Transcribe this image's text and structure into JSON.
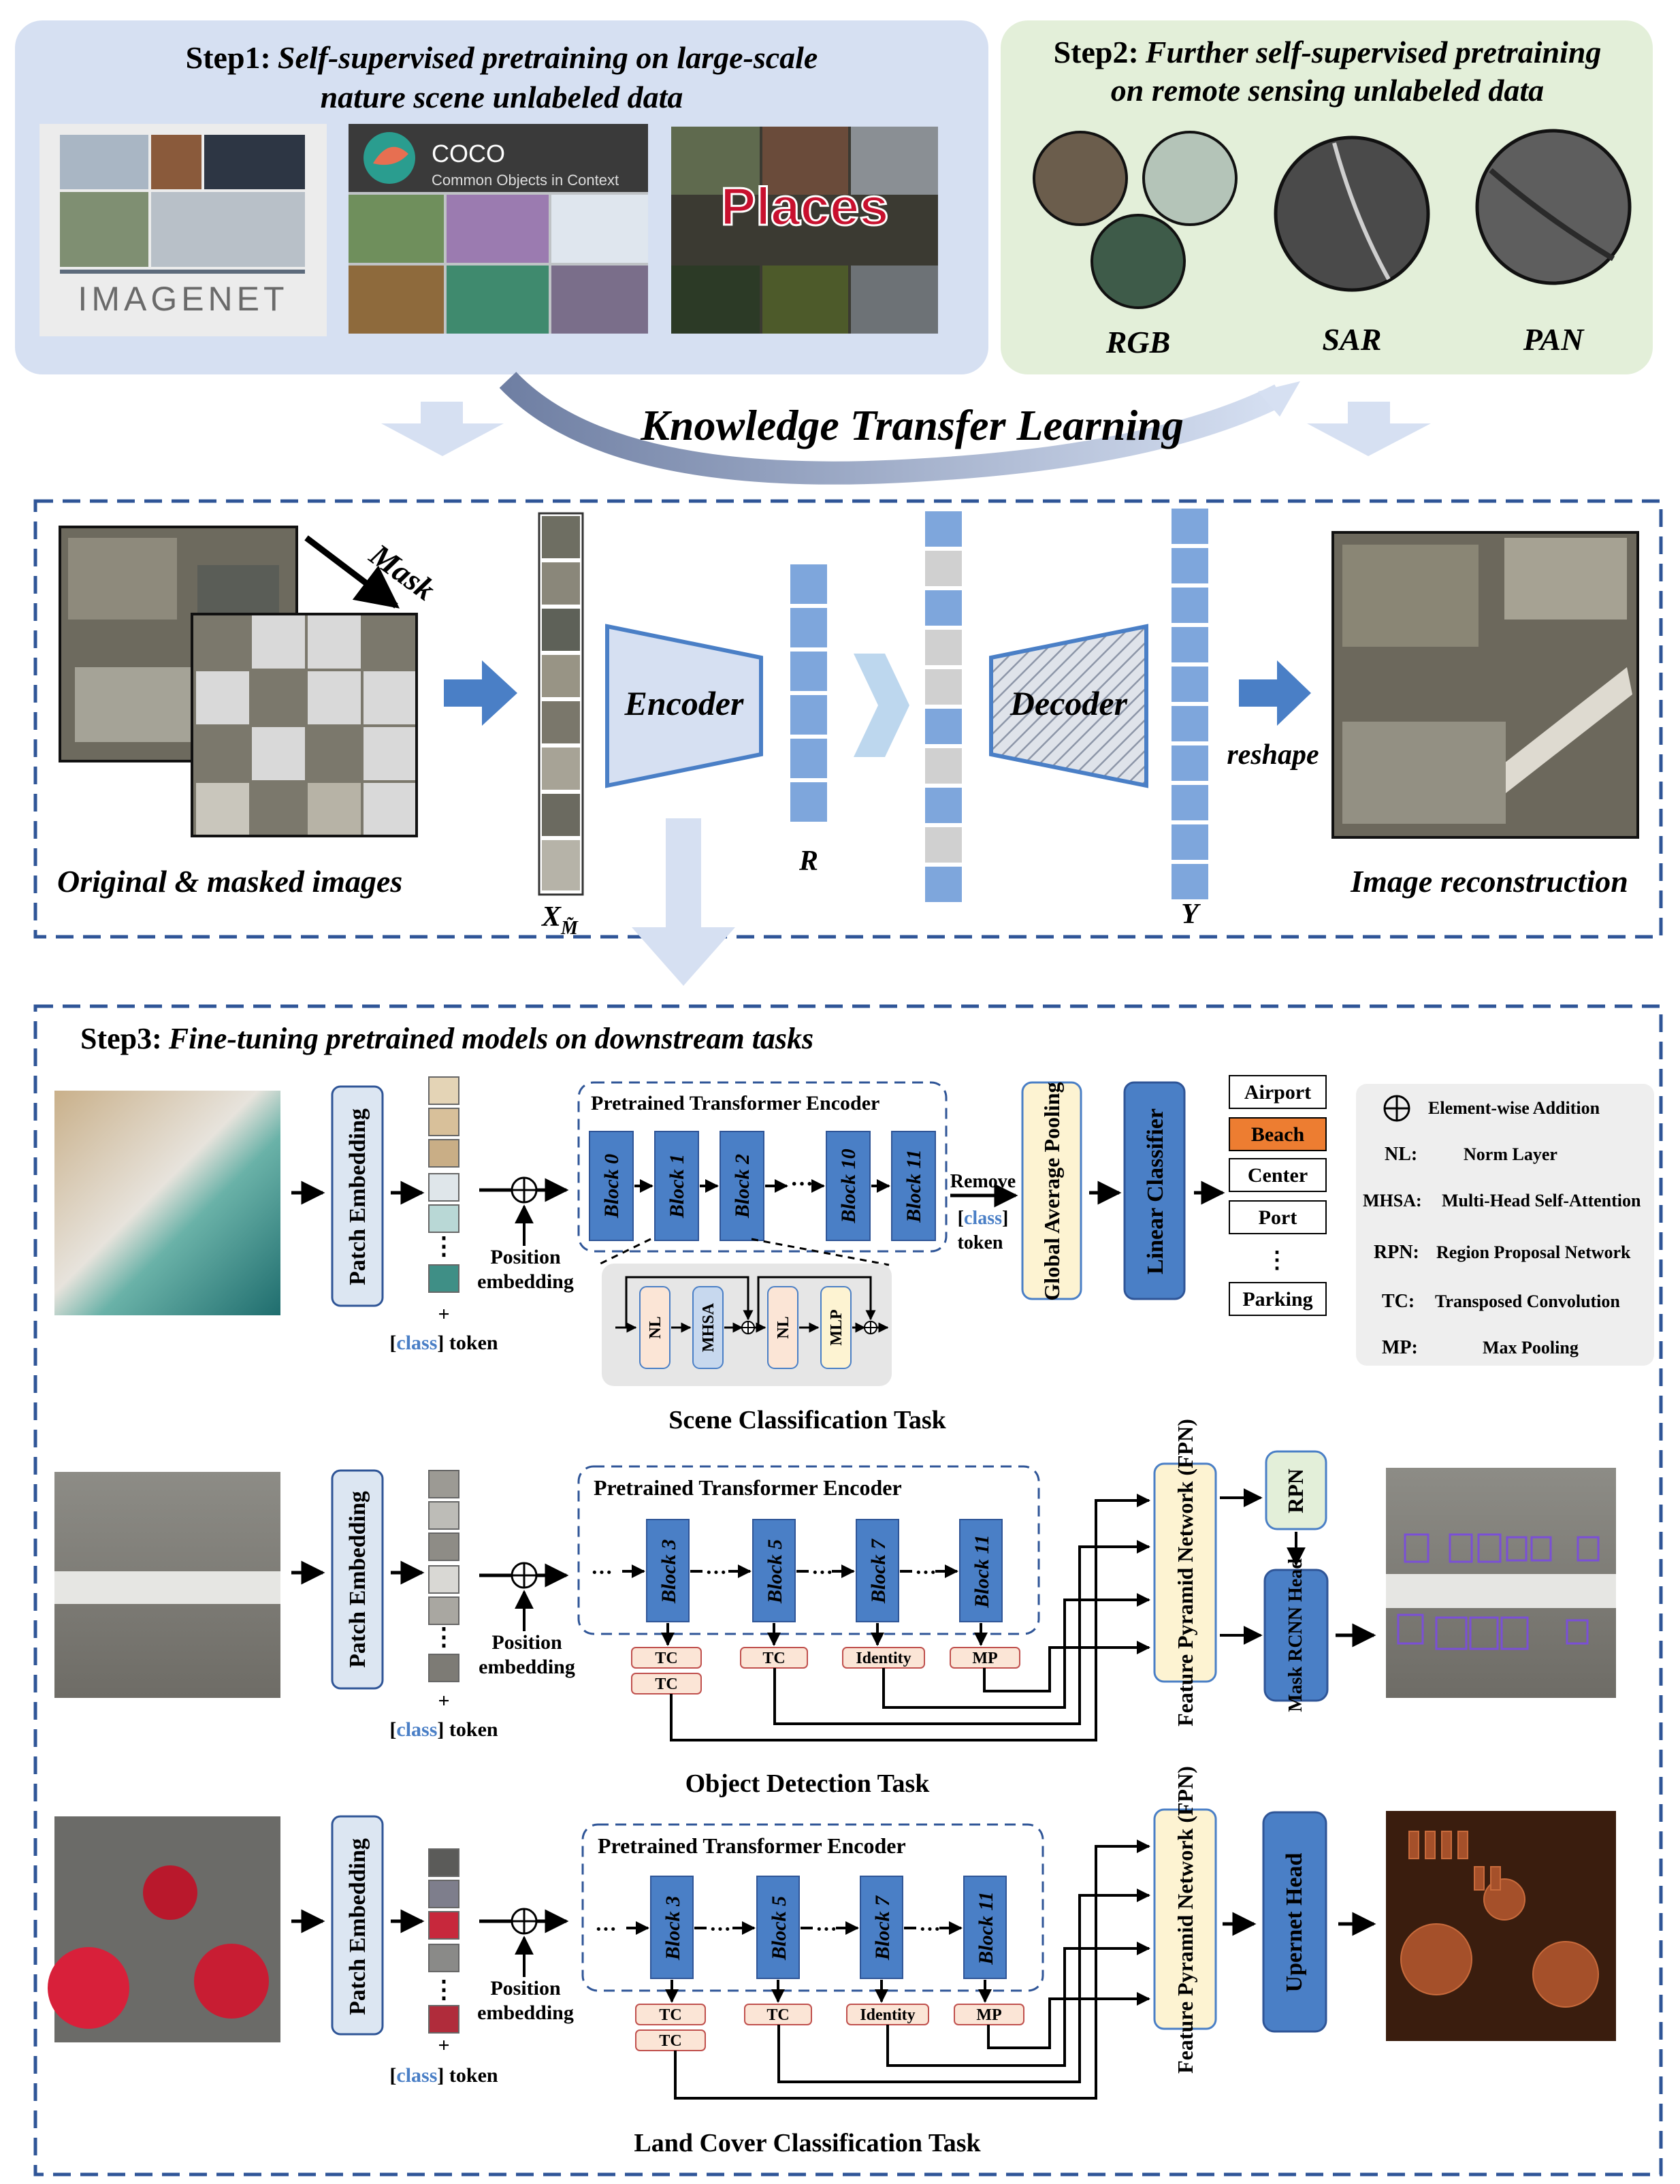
{
  "step1": {
    "label": "Step1:",
    "title_line1": "Self-supervised pretraining on large-scale",
    "title_line2": "nature scene unlabeled data",
    "imagenet_logo": "IMAGENET",
    "coco_logo_title": "COCO",
    "coco_logo_subtitle": "Common Objects in Context",
    "places_logo": "Places"
  },
  "step2": {
    "label": "Step2:",
    "title_line1": "Further self-supervised pretraining",
    "title_line2": "on remote sensing unlabeled data",
    "modalities": [
      "RGB",
      "SAR",
      "PAN"
    ]
  },
  "transfer": {
    "title": "Knowledge Transfer Learning"
  },
  "mae": {
    "mask_label": "Mask",
    "original_caption": "Original & masked images",
    "encoder_label": "Encoder",
    "decoder_label": "Decoder",
    "r_label": "R",
    "y_label": "Y",
    "x_label": "X",
    "x_subscript": "M̃",
    "reshape_label": "reshape",
    "reconstruction_caption": "Image reconstruction"
  },
  "step3": {
    "label": "Step3:",
    "title": "Fine-tuning pretrained models on downstream tasks",
    "patch_embedding": "Patch  Embedding",
    "position_embedding_line1": "Position",
    "position_embedding_line2": "embedding",
    "class_token_plus": "+",
    "class_token_open": "[",
    "class_token_word": "class",
    "class_token_close": "] token",
    "encoder_title": "Pretrained Transformer Encoder",
    "ellipsis": "···",
    "vellipsis": "⋮",
    "scene": {
      "task_title": "Scene Classification Task",
      "blocks": [
        "Block 0",
        "Block 1",
        "Block 2",
        "Block 10",
        "Block 11"
      ],
      "remove_line1": "Remove",
      "remove_line3": "token",
      "gap_label": "Global Average Pooling",
      "classifier_label": "Linear Classifier",
      "classes": [
        "Airport",
        "Beach",
        "Center",
        "Port",
        "Parking"
      ],
      "highlight_class": "Beach",
      "block_internals": [
        "NL",
        "MHSA",
        "NL",
        "MLP"
      ]
    },
    "detection": {
      "task_title": "Object Detection Task",
      "blocks": [
        "Block 3",
        "Block 5",
        "Block 7",
        "Block 11"
      ],
      "ops": [
        "TC",
        "TC",
        "TC",
        "Identity",
        "MP"
      ],
      "fpn_label": "Feature Pyramid Network (FPN)",
      "rpn_label": "RPN",
      "head_label": "Mask RCNN Head"
    },
    "landcover": {
      "task_title": "Land Cover Classification Task",
      "blocks": [
        "Block 3",
        "Block 5",
        "Block 7",
        "Block 11"
      ],
      "ops": [
        "TC",
        "TC",
        "TC",
        "Identity",
        "MP"
      ],
      "fpn_label": "Feature Pyramid Network (FPN)",
      "head_label": "Upernet Head"
    }
  },
  "legend": [
    {
      "key": "⊕",
      "desc": "Element-wise Addition"
    },
    {
      "key": "NL:",
      "desc": "Norm Layer"
    },
    {
      "key": "MHSA:",
      "desc": "Multi-Head Self-Attention"
    },
    {
      "key": "RPN:",
      "desc": "Region Proposal Network"
    },
    {
      "key": "TC:",
      "desc": "Transposed Convolution"
    },
    {
      "key": "MP:",
      "desc": "Max Pooling"
    }
  ],
  "colors": {
    "block_blue": "#4a7fc6",
    "light_blue_panel": "#d6e0f2",
    "light_green_panel": "#e3efd9",
    "cream_box": "#fdf3d2",
    "peach_box": "#fbe5d6",
    "highlight_orange": "#ed7d31",
    "dash_border": "#2f5597"
  }
}
